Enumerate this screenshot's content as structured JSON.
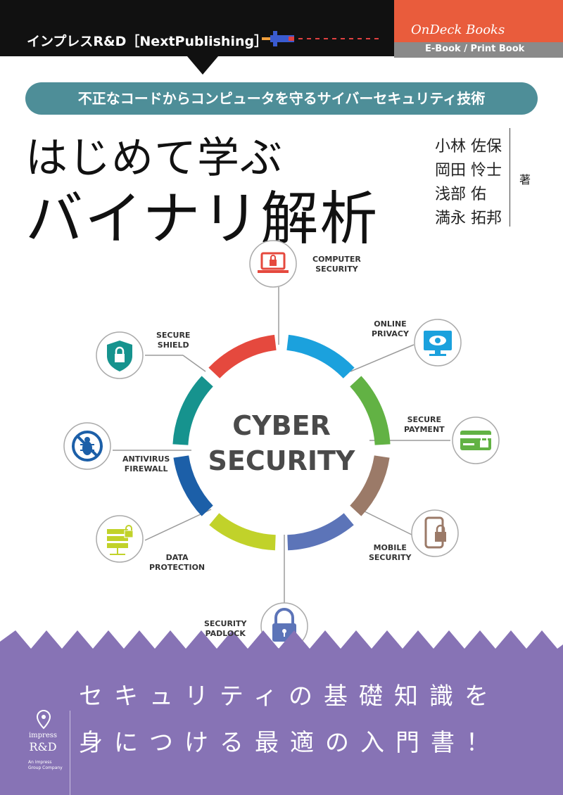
{
  "header": {
    "publisher": "インプレスR&D［NextPublishing］",
    "brand_logo": "OnDeck Books",
    "format_label": "E-Book / Print Book"
  },
  "cover": {
    "subtitle": "不正なコードからコンピュータを守るサイバーセキュリティ技術",
    "title_line1": "はじめて学ぶ",
    "title_line2": "バイナリ解析",
    "authors": [
      "小林 佐保",
      "岡田 怜士",
      "浅部 佑",
      "満永 拓邦"
    ],
    "author_role": "著"
  },
  "diagram": {
    "center_line1": "CYBER",
    "center_line2": "SECURITY",
    "nodes": [
      {
        "label1": "COMPUTER",
        "label2": "SECURITY",
        "icon": "laptop-lock-icon",
        "color": "#e5493e"
      },
      {
        "label1": "ONLINE",
        "label2": "PRIVACY",
        "icon": "monitor-eye-icon",
        "color": "#1ba1dd"
      },
      {
        "label1": "SECURE",
        "label2": "PAYMENT",
        "icon": "card-lock-icon",
        "color": "#62b244"
      },
      {
        "label1": "MOBILE",
        "label2": "SECURITY",
        "icon": "phone-lock-icon",
        "color": "#9b7a68"
      },
      {
        "label1": "SECURITY",
        "label2": "PADLOCK",
        "icon": "padlock-icon",
        "color": "#5c74b8"
      },
      {
        "label1": "DATA",
        "label2": "PROTECTION",
        "icon": "server-lock-icon",
        "color": "#c1d22a"
      },
      {
        "label1": "ANTIVIRUS",
        "label2": "FIREWALL",
        "icon": "no-bug-icon",
        "color": "#1c5fa8"
      },
      {
        "label1": "SECURE",
        "label2": "SHIELD",
        "icon": "shield-lock-icon",
        "color": "#16938e"
      }
    ]
  },
  "tagline": {
    "line1": "セキュリティの基礎知識を",
    "line2": "身につける最適の入門書！"
  },
  "imprint": {
    "name": "impress",
    "rd": "R&D",
    "group_line1": "An Impress",
    "group_line2": "Group Company"
  },
  "colors": {
    "top_bar": "#111111",
    "ondeck": "#e95c3c",
    "subtitle_pill": "#4e8e98",
    "bottom_band": "#8773b5"
  }
}
